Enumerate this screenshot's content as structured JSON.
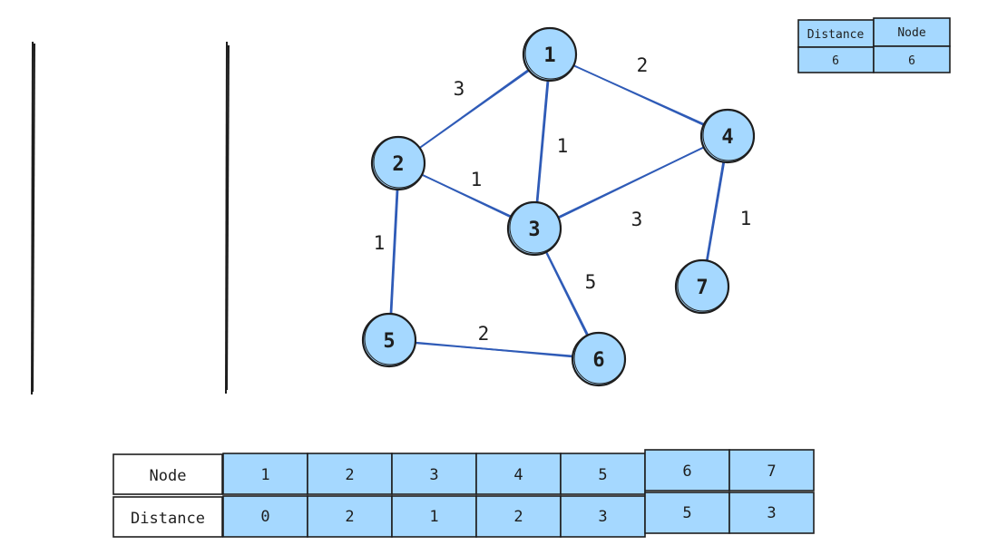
{
  "graph": {
    "nodes": [
      {
        "id": "1",
        "label": "1"
      },
      {
        "id": "2",
        "label": "2"
      },
      {
        "id": "3",
        "label": "3"
      },
      {
        "id": "4",
        "label": "4"
      },
      {
        "id": "5",
        "label": "5"
      },
      {
        "id": "6",
        "label": "6"
      },
      {
        "id": "7",
        "label": "7"
      }
    ],
    "edges": [
      {
        "from": "1",
        "to": "2",
        "weight": "3"
      },
      {
        "from": "1",
        "to": "4",
        "weight": "2"
      },
      {
        "from": "1",
        "to": "3",
        "weight": "1"
      },
      {
        "from": "2",
        "to": "3",
        "weight": "1"
      },
      {
        "from": "2",
        "to": "5",
        "weight": "1"
      },
      {
        "from": "3",
        "to": "4",
        "weight": "3"
      },
      {
        "from": "3",
        "to": "6",
        "weight": "5"
      },
      {
        "from": "5",
        "to": "6",
        "weight": "2"
      },
      {
        "from": "4",
        "to": "7",
        "weight": "1"
      }
    ],
    "node_fill": "#a5d8ff",
    "edge_color": "#2f5bb7"
  },
  "current_table": {
    "headers": [
      "Distance",
      "Node"
    ],
    "values": [
      "6",
      "6"
    ]
  },
  "result_table": {
    "row_labels": [
      "Node",
      "Distance"
    ],
    "nodes": [
      "1",
      "2",
      "3",
      "4",
      "5",
      "6",
      "7"
    ],
    "distances": [
      "0",
      "2",
      "1",
      "2",
      "3",
      "5",
      "3"
    ]
  }
}
